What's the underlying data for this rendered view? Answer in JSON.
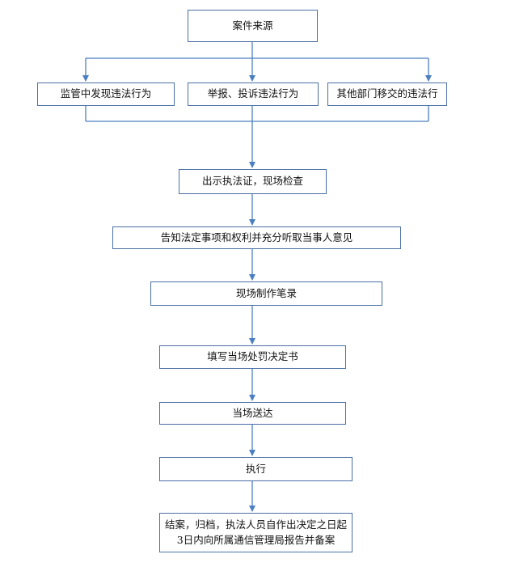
{
  "nodes": {
    "case_source": "案件来源",
    "supervision": "监管中发现违法行为",
    "report": "举报、投诉违法行为",
    "transfer": "其他部门移交的违法行",
    "show_id": "出示执法证，现场检查",
    "inform": "告知法定事项和权利并充分听取当事人意见",
    "record": "现场制作笔录",
    "fill_decision": "填写当场处罚决定书",
    "deliver": "当场送达",
    "execute": "执行",
    "close_line1": "结案，归档，执法人员自作出决定之日起",
    "close_line2": "3日内向所属通信管理局报告并备案"
  },
  "colors": {
    "border": "#4a6fa5",
    "arrow": "#4a7fc1"
  }
}
